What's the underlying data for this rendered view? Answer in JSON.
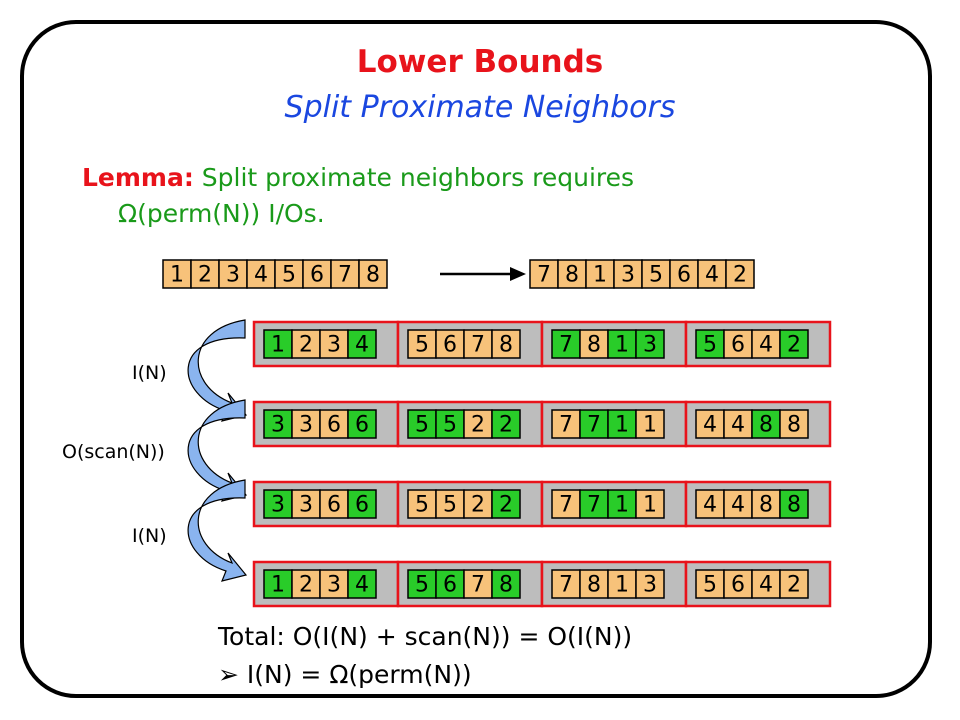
{
  "title": "Lower Bounds",
  "subtitle": "Split Proximate Neighbors",
  "lemma": {
    "label": "Lemma:",
    "line1": " Split proximate neighbors requires",
    "line2": "Ω(perm(N)) I/Os."
  },
  "input_sequence": [
    "1",
    "2",
    "3",
    "4",
    "5",
    "6",
    "7",
    "8"
  ],
  "output_sequence": [
    "7",
    "8",
    "1",
    "3",
    "5",
    "6",
    "4",
    "2"
  ],
  "rows": [
    {
      "blocks": [
        {
          "cells": [
            "1",
            "2",
            "3",
            "4"
          ],
          "colors": [
            "g",
            "o",
            "o",
            "g"
          ]
        },
        {
          "cells": [
            "5",
            "6",
            "7",
            "8"
          ],
          "colors": [
            "o",
            "o",
            "o",
            "o"
          ]
        },
        {
          "cells": [
            "7",
            "8",
            "1",
            "3"
          ],
          "colors": [
            "g",
            "o",
            "g",
            "g"
          ]
        },
        {
          "cells": [
            "5",
            "6",
            "4",
            "2"
          ],
          "colors": [
            "g",
            "o",
            "o",
            "g"
          ]
        }
      ]
    },
    {
      "blocks": [
        {
          "cells": [
            "3",
            "3",
            "6",
            "6"
          ],
          "colors": [
            "g",
            "o",
            "o",
            "g"
          ]
        },
        {
          "cells": [
            "5",
            "5",
            "2",
            "2"
          ],
          "colors": [
            "g",
            "g",
            "o",
            "g"
          ]
        },
        {
          "cells": [
            "7",
            "7",
            "1",
            "1"
          ],
          "colors": [
            "o",
            "g",
            "g",
            "o"
          ]
        },
        {
          "cells": [
            "4",
            "4",
            "8",
            "8"
          ],
          "colors": [
            "o",
            "o",
            "g",
            "o"
          ]
        }
      ]
    },
    {
      "blocks": [
        {
          "cells": [
            "3",
            "3",
            "6",
            "6"
          ],
          "colors": [
            "g",
            "o",
            "o",
            "g"
          ]
        },
        {
          "cells": [
            "5",
            "5",
            "2",
            "2"
          ],
          "colors": [
            "o",
            "o",
            "o",
            "g"
          ]
        },
        {
          "cells": [
            "7",
            "7",
            "1",
            "1"
          ],
          "colors": [
            "o",
            "g",
            "g",
            "o"
          ]
        },
        {
          "cells": [
            "4",
            "4",
            "8",
            "8"
          ],
          "colors": [
            "o",
            "o",
            "o",
            "g"
          ]
        }
      ]
    },
    {
      "blocks": [
        {
          "cells": [
            "1",
            "2",
            "3",
            "4"
          ],
          "colors": [
            "g",
            "o",
            "o",
            "g"
          ]
        },
        {
          "cells": [
            "5",
            "6",
            "7",
            "8"
          ],
          "colors": [
            "g",
            "g",
            "o",
            "g"
          ]
        },
        {
          "cells": [
            "7",
            "8",
            "1",
            "3"
          ],
          "colors": [
            "o",
            "o",
            "o",
            "o"
          ]
        },
        {
          "cells": [
            "5",
            "6",
            "4",
            "2"
          ],
          "colors": [
            "o",
            "o",
            "o",
            "o"
          ]
        }
      ]
    }
  ],
  "side_labels": [
    "I(N)",
    "O(scan(N))",
    "I(N)"
  ],
  "total": {
    "line1": "Total: O(I(N) + scan(N)) = O(I(N))",
    "line2": "➢  I(N) = Ω(perm(N))"
  },
  "colors": {
    "orange": "#f7c27a",
    "green": "#29cc29",
    "red_border": "#e8131b",
    "gray_block": "#bdbdbd",
    "arrow_blue": "#8ab4ef"
  }
}
